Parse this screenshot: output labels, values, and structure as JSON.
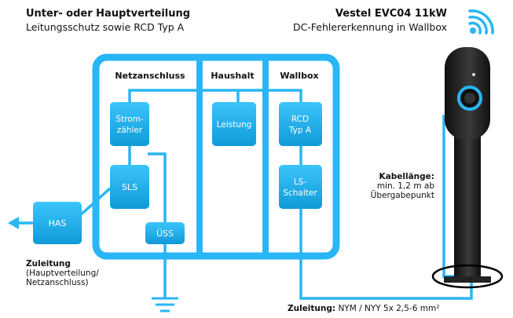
{
  "header_left": {
    "title": "Unter- oder Hauptverteilung",
    "subtitle": "Leitungsschutz sowie RCD Typ A"
  },
  "header_right": {
    "title": "Vestel EVC04 11kW",
    "subtitle": "DC-Fehlererkennung in Wallbox"
  },
  "icons": {
    "wifi": "wifi-icon"
  },
  "sections": {
    "netzanschluss": "Netzanschluss",
    "haushalt": "Haushalt",
    "wallbox": "Wallbox"
  },
  "nodes": {
    "stromzaehler_1": "Strom-",
    "stromzaehler_2": "zähler",
    "sls": "SLS",
    "uess": "ÜSS",
    "leistung": "Leistung",
    "rcd_1": "RCD",
    "rcd_2": "Typ A",
    "ls_1": "LS-",
    "ls_2": "Schalter",
    "has": "HAS"
  },
  "cable_length": {
    "title": "Kabellänge:",
    "line1": "min. 1,2 m ab",
    "line2": "Übergabepunkt"
  },
  "zuleitung_left": {
    "title": "Zuleitung",
    "line1": "(Hauptverteilung/",
    "line2": "Netzanschluss)"
  },
  "zuleitung_bottom": {
    "title": "Zuleitung:",
    "value": "NYM / NYY 5x 2,5-6 mm²"
  },
  "colors": {
    "accent": "#29B6F6",
    "accent_dark": "#0E8FD0",
    "frame_bg": "#ffffff",
    "wallbox_body": "#1c1c1c"
  }
}
